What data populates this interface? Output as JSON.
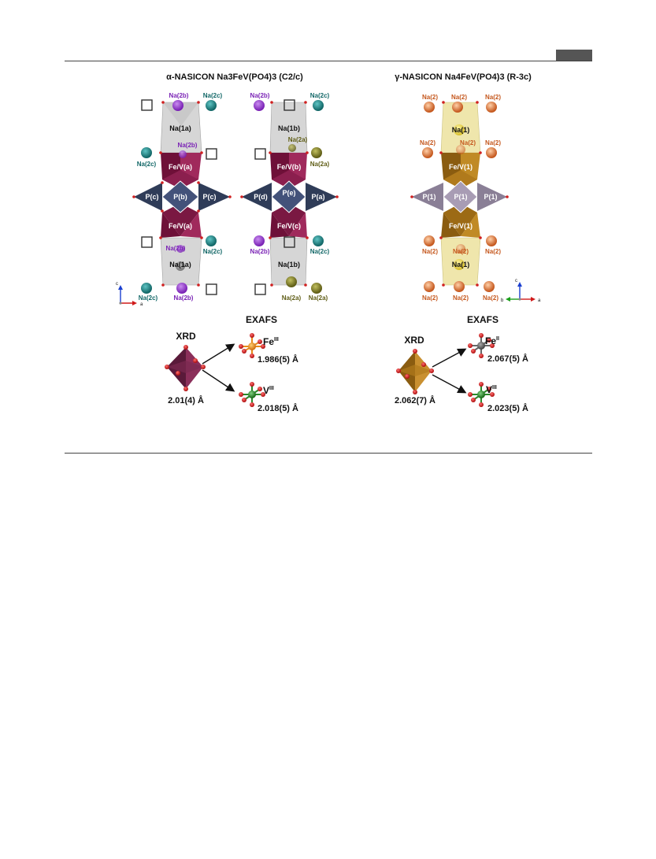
{
  "header": {},
  "figure": {
    "alpha_title": "α-NASICON Na3FeV(PO4)3 (C2/c)",
    "gamma_title": "γ-NASICON Na4FeV(PO4)3 (R-3c)",
    "alpha_labels": {
      "na1a": "Na(1a)",
      "na1b": "Na(1b)",
      "na2a": "Na(2a)",
      "na2b": "Na(2b)",
      "na2c": "Na(2c)",
      "fev_a": "Fe/V(a)",
      "fev_b": "Fe/V(b)",
      "fev_c": "Fe/V(c)",
      "pa": "P(a)",
      "pb": "P(b)",
      "pc": "P(c)",
      "pd": "P(d)",
      "pe": "P(e)"
    },
    "gamma_labels": {
      "na1": "Na(1)",
      "na2": "Na(2)",
      "fev1": "Fe/V(1)",
      "p1": "P(1)"
    },
    "axes": {
      "c": "c",
      "a": "a",
      "b": "b"
    },
    "alpha_bottom": {
      "xrd": "XRD",
      "exafs": "EXAFS",
      "fe_label": "Fe",
      "fe_sup": "III",
      "fe_dist": "1.986(5) Å",
      "v_label": "V",
      "v_sup": "III",
      "v_dist": "2.018(5) Å",
      "xrd_dist": "2.01(4) Å"
    },
    "gamma_bottom": {
      "xrd": "XRD",
      "exafs": "EXAFS",
      "fe_label": "Fe",
      "fe_sup": "II",
      "fe_dist": "2.067(5) Å",
      "v_label": "V",
      "v_sup": "III",
      "v_dist": "2.023(5) Å",
      "xrd_dist": "2.062(7) Å"
    },
    "colors": {
      "fev_alpha": "#8b1f4e",
      "p_alpha": "#3b4a66",
      "na1_alpha": "#c8c8c8",
      "na2b": "#9b3fd4",
      "na2c": "#1f8a8a",
      "na2a": "#7d7a25",
      "fev_gamma": "#b07a1c",
      "p_gamma": "#8a7f96",
      "na1_gamma": "#eee2a0",
      "na2_gamma": "#e07a3a",
      "fe_atom_alpha": "#e88a1a",
      "fe_atom_gamma": "#666666",
      "v_atom": "#2a8a2a",
      "oxygen": "#d02020"
    }
  }
}
